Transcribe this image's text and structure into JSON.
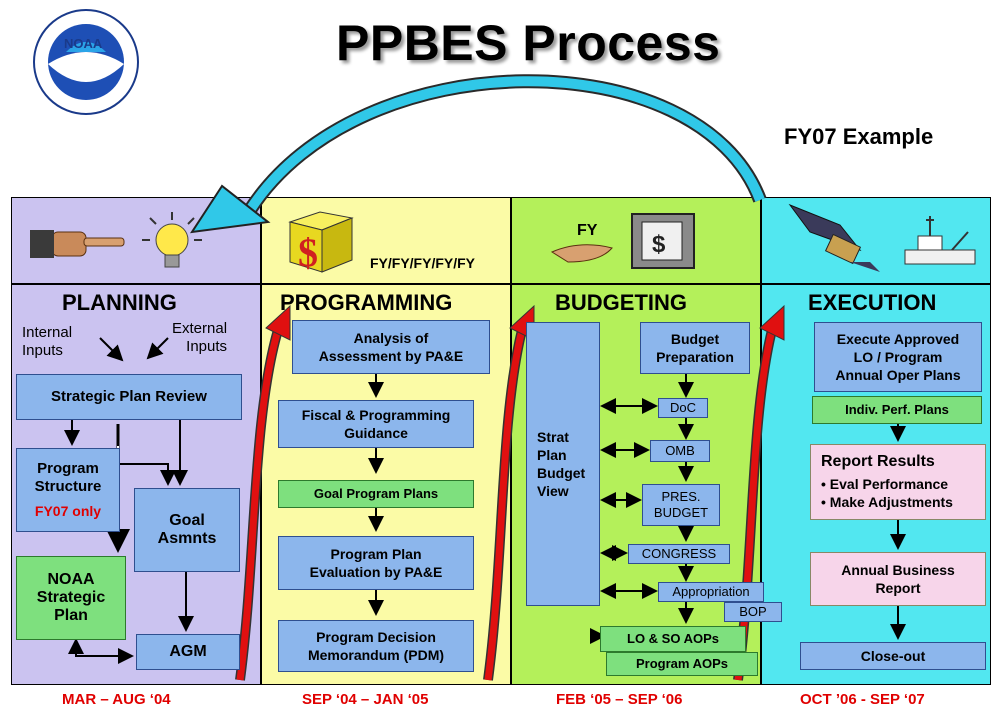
{
  "title": "PPBES Process",
  "subtitle": "FY07 Example",
  "logo_text": "NOAA",
  "programming_icon_caption": "FY/FY/FY/FY/FY",
  "budgeting_icon_caption": "FY",
  "columns": {
    "planning": {
      "header": "PLANNING",
      "internal_inputs": "Internal\nInputs",
      "external_inputs": "External\nInputs",
      "strategic_plan_review": "Strategic Plan Review",
      "program_structure": "Program\nStructure",
      "fy07_only": "FY07 only",
      "goal_asmnts": "Goal\nAsmnts",
      "noaa_strategic_plan": "NOAA\nStrategic\nPlan",
      "agm": "AGM",
      "date": "MAR – AUG ‘04"
    },
    "programming": {
      "header": "PROGRAMMING",
      "analysis": "Analysis  of\nAssessment by PA&E",
      "guidance": "Fiscal & Programming\nGuidance",
      "goal_plans": "Goal Program Plans",
      "evaluation": "Program Plan\nEvaluation by PA&E",
      "pdm": "Program Decision\nMemorandum (PDM)",
      "date": "SEP ‘04 – JAN ‘05"
    },
    "budgeting": {
      "header": "BUDGETING",
      "strat_plan": "Strat\nPlan\nBudget\nView",
      "budget_prep": "Budget\nPreparation",
      "doc": "DoC",
      "omb": "OMB",
      "pres_budget": "PRES.\nBUDGET",
      "congress": "CONGRESS",
      "appropriation": "Appropriation",
      "bop": "BOP",
      "lo_so_aops": "LO & SO AOPs",
      "program_aops": "Program AOPs",
      "date": "FEB ‘05 – SEP ‘06"
    },
    "execution": {
      "header": "EXECUTION",
      "execute": "Execute Approved\nLO / Program\nAnnual Oper Plans",
      "indiv": "Indiv. Perf. Plans",
      "report_title": "Report Results",
      "report_b1": "• Eval Performance",
      "report_b2": "• Make Adjustments",
      "annual_report": "Annual Business\nReport",
      "close_out": "Close-out",
      "date": "OCT ’06 - SEP ‘07"
    }
  },
  "colors": {
    "planning_bg": "#cbc3f0",
    "programming_bg": "#fbfba6",
    "budgeting_bg": "#b4f05a",
    "execution_bg": "#52e7f0",
    "box_blue": "#8cb6ec",
    "box_green": "#7ee07e",
    "date_red": "#e00000",
    "arrow_red": "#e01010",
    "arrow_cyan": "#30c8e8"
  }
}
